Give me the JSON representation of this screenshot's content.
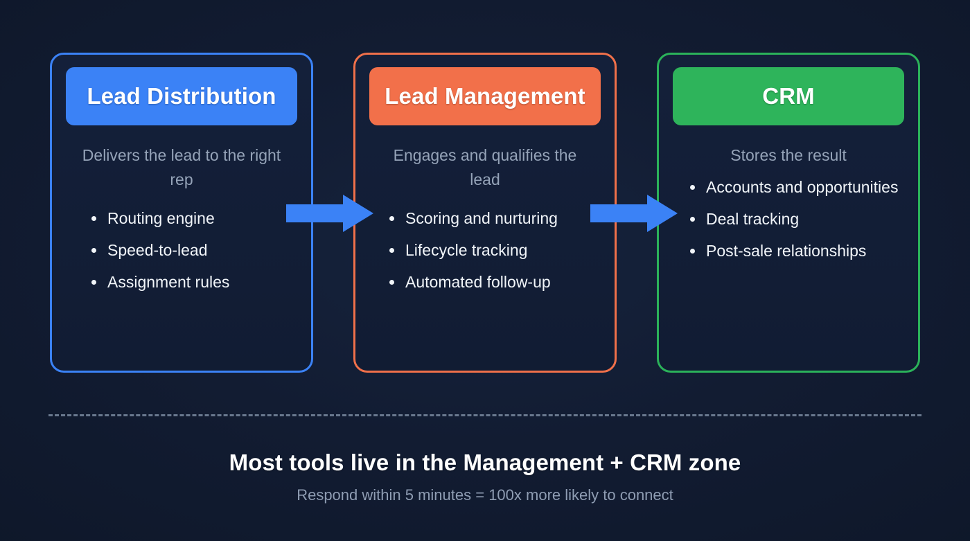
{
  "theme": {
    "background": "#0e1729",
    "card_fill": "#121d35",
    "blue": "#3b82f6",
    "orange": "#f2704a",
    "green": "#2eb45b",
    "arrow_color": "#3b82f6",
    "muted_text": "#95a3b8",
    "body_text": "#f1f5f9",
    "divider": "#6a798f"
  },
  "stages": [
    {
      "id": "lead-distribution",
      "title": "Lead Distribution",
      "accent": "#3b82f6",
      "description": "Delivers the lead to the right rep",
      "bullets": [
        "Routing engine",
        "Speed-to-lead",
        "Assignment rules"
      ]
    },
    {
      "id": "lead-management",
      "title": "Lead Management",
      "accent": "#f2704a",
      "description": "Engages and qualifies the lead",
      "bullets": [
        "Scoring and nurturing",
        "Lifecycle tracking",
        "Automated follow-up"
      ]
    },
    {
      "id": "crm",
      "title": "CRM",
      "accent": "#2eb45b",
      "description": "Stores the result",
      "bullets": [
        "Accounts and opportunities",
        "Deal tracking",
        "Post-sale relationships"
      ]
    }
  ],
  "arrows": [
    {
      "id": "arrow-distribution-to-management",
      "direction": "right"
    },
    {
      "id": "arrow-management-to-crm",
      "direction": "right"
    }
  ],
  "footer": {
    "title": "Most tools live in the Management + CRM zone",
    "subtitle": "Respond within 5 minutes = 100x more likely to connect"
  }
}
